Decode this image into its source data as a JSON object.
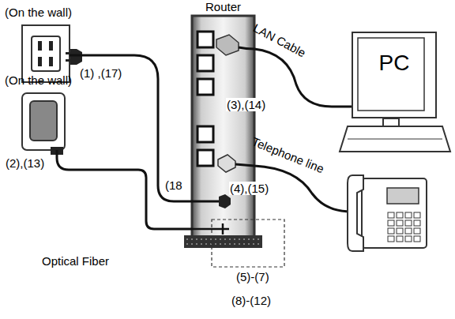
{
  "diagram": {
    "nodes": [
      {
        "text": [
          "(On the wall)"
        ]
      },
      {
        "text": [
          "(On the wall)"
        ]
      },
      {
        "text": [
          "Router"
        ]
      },
      {
        "text": [
          "PC"
        ]
      }
    ],
    "edges": [
      {
        "from": 0,
        "to": 2,
        "arrow": "none"
      },
      {
        "from": 1,
        "to": 2,
        "arrow": "none"
      },
      {
        "from": 2,
        "to": 3,
        "label": "LAN Cable",
        "arrow": "none"
      }
    ],
    "labels": [
      "(1) ,(17)",
      "(2),(13)",
      "Optical Fiber",
      "(18",
      "(3),(14)",
      "Telephone line",
      "(4),(15)",
      "(5)-(7)",
      "(8)-(12)"
    ]
  }
}
